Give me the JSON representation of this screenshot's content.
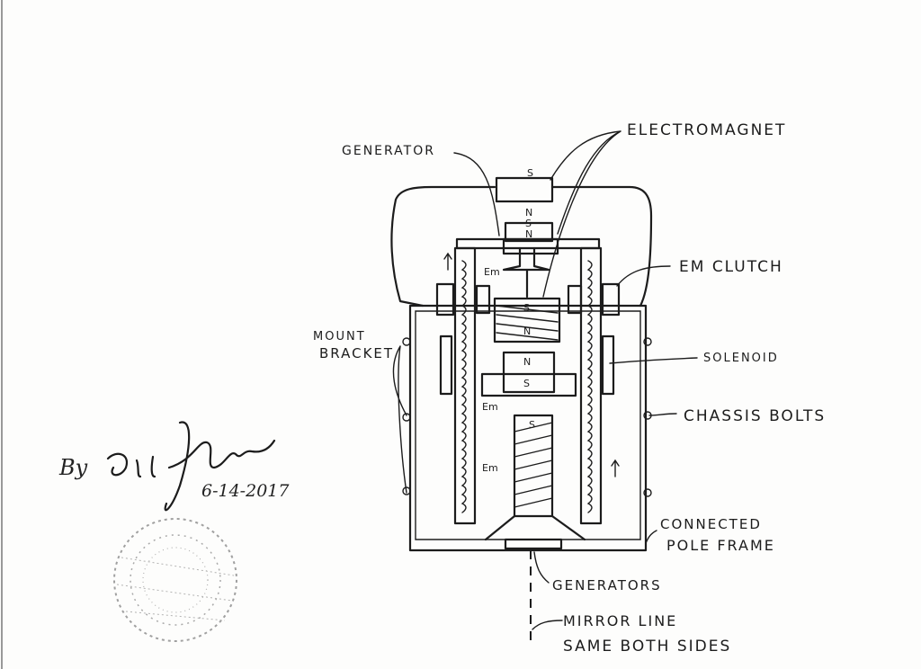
{
  "labels": {
    "generator": "GENERATOR",
    "electromagnet": "ELECTROMAGNET",
    "em_clutch": "EM CLUTCH",
    "mount_bracket_1": "MOUNT",
    "mount_bracket_2": "BRACKET",
    "solenoid": "SOLENOID",
    "chassis_bolts": "CHASSIS BOLTS",
    "connected_1": "CONNECTED",
    "connected_2": "POLE FRAME",
    "generators": "GENERATORS",
    "mirror_1": "MIRROR LINE",
    "mirror_2": "SAME BOTH SIDES"
  },
  "inner_marks": {
    "s_top": "S",
    "n_upper": "N",
    "s_upper": "S",
    "n_lower_block": "N",
    "s_mid": "S",
    "n_mid": "N",
    "n_lower": "N",
    "s_lower": "S",
    "s_bottom": "S",
    "em_1": "Em",
    "em_2": "Em",
    "em_3": "Em"
  },
  "signature": {
    "by": "By",
    "name": "Eric J Crews",
    "date": "6-14-2017"
  }
}
